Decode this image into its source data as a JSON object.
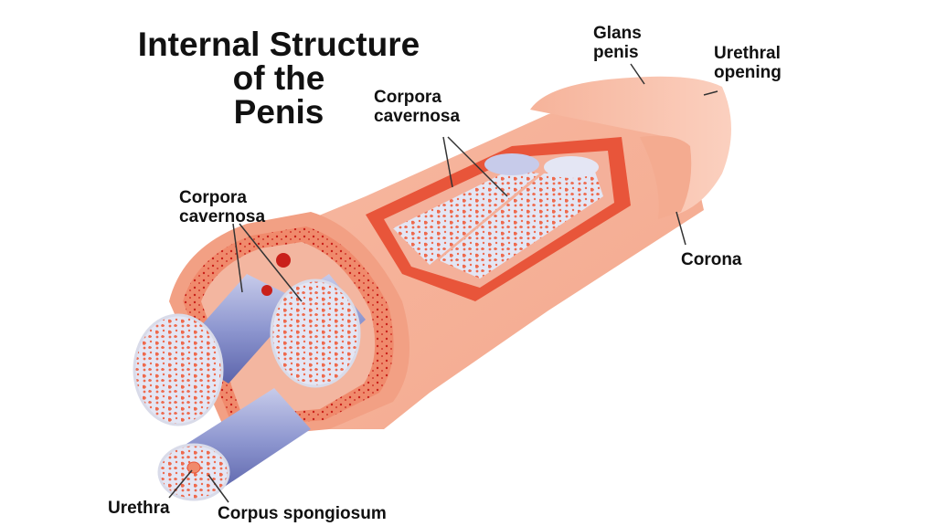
{
  "title": {
    "line1": "Internal Structure",
    "line2": "of the",
    "line3": "Penis"
  },
  "labels": {
    "glans_line1": "Glans",
    "glans_line2": "penis",
    "urethral_line1": "Urethral",
    "urethral_line2": "opening",
    "corpora_top_line1": "Corpora",
    "corpora_top_line2": "cavernosa",
    "corpora_left_line1": "Corpora",
    "corpora_left_line2": "cavernosa",
    "corona": "Corona",
    "urethra": "Urethra",
    "corpus_spongiosum": "Corpus spongiosum"
  },
  "colors": {
    "skin": "#f6b49c",
    "skin_light": "#f9c7b2",
    "tissue_red": "#e8553a",
    "dark_red": "#c9201a",
    "tube_blue": "#9aa3d6",
    "tube_blue_dark": "#5f68b0",
    "spongy_fill": "#dfe2f3",
    "leader": "#333333"
  }
}
